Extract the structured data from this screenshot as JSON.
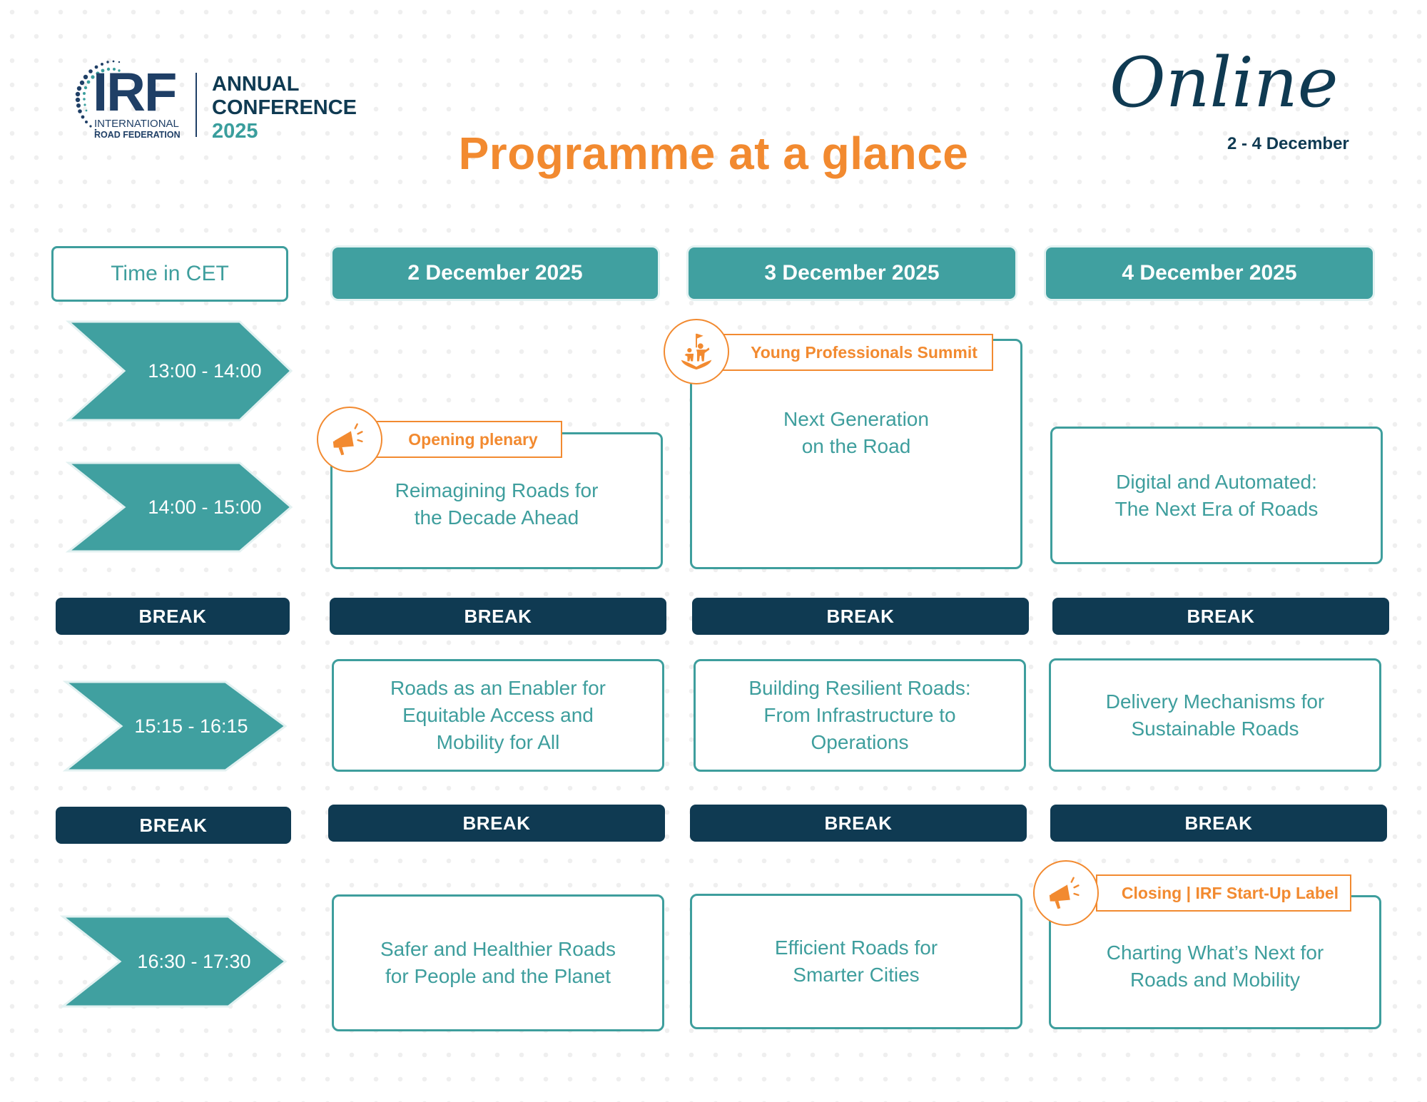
{
  "logo": {
    "acronym": "IRF",
    "line1": "INTERNATIONAL",
    "line2": "ROAD FEDERATION",
    "event_line1": "ANNUAL",
    "event_line2": "CONFERENCE",
    "event_year": "2025"
  },
  "title": "Programme at a glance",
  "format": {
    "label": "Online",
    "dates": "2 - 4 December"
  },
  "colors": {
    "teal": "#40a0a0",
    "navy": "#0f3a52",
    "orange": "#f28a30"
  },
  "header": {
    "time_label": "Time in CET",
    "days": [
      "2 December 2025",
      "3 December 2025",
      "4 December 2025"
    ]
  },
  "time_slots": [
    "13:00 - 14:00",
    "14:00 - 15:00",
    "15:15 - 16:15",
    "16:30 - 17:30"
  ],
  "break_label": "BREAK",
  "sessions": {
    "day1": {
      "s1": {
        "tag": "Opening plenary",
        "icon": "megaphone-icon",
        "title": "Reimagining Roads for\nthe Decade Ahead"
      },
      "s2": {
        "title": "Roads as an Enabler for\nEquitable Access and\nMobility for All"
      },
      "s3": {
        "title": "Safer and Healthier Roads\nfor People and the Planet"
      }
    },
    "day2": {
      "s1": {
        "tag": "Young Professionals Summit",
        "icon": "young-professionals-icon",
        "title": "Next Generation\non the Road"
      },
      "s2": {
        "title": "Building Resilient Roads:\nFrom Infrastructure to\nOperations"
      },
      "s3": {
        "title": "Efficient Roads for\nSmarter Cities"
      }
    },
    "day3": {
      "s1": {
        "title": "Digital and Automated:\nThe Next Era of Roads"
      },
      "s2": {
        "title": "Delivery Mechanisms for\nSustainable Roads"
      },
      "s3": {
        "tag": "Closing | IRF Start-Up Label",
        "icon": "megaphone-icon",
        "title": "Charting What’s Next for\nRoads and Mobility"
      }
    }
  }
}
